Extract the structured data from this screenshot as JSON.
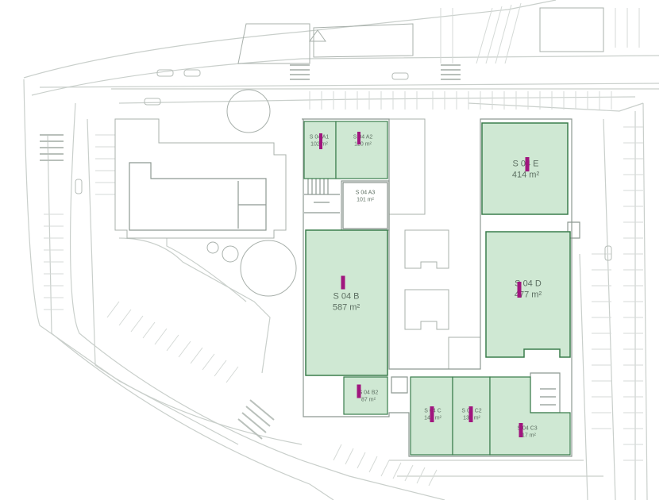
{
  "colors": {
    "unit_fill": "#cfe8d3",
    "unit_outline": "#3a7d4c",
    "street_lines": "#c9cfcb",
    "building_lines": "#9aa39d",
    "marker": "#a0157e",
    "label_text": "#5d6f62"
  },
  "units": [
    {
      "code": "S 04 A1",
      "area": "102 m²"
    },
    {
      "code": "S 04 A2",
      "area": "120 m²"
    },
    {
      "code": "S 04 A3",
      "area": "101 m²"
    },
    {
      "code": "S 04 B",
      "area": "587 m²"
    },
    {
      "code": "S 04 B2",
      "area": "87 m²"
    },
    {
      "code": "S 04 C",
      "area": "140 m²"
    },
    {
      "code": "S 04 C2",
      "area": "130 m²"
    },
    {
      "code": "S 04 C3",
      "area": "217 m²"
    },
    {
      "code": "S 04 D",
      "area": "477 m²"
    },
    {
      "code": "S 04 E",
      "area": "414 m²"
    }
  ]
}
